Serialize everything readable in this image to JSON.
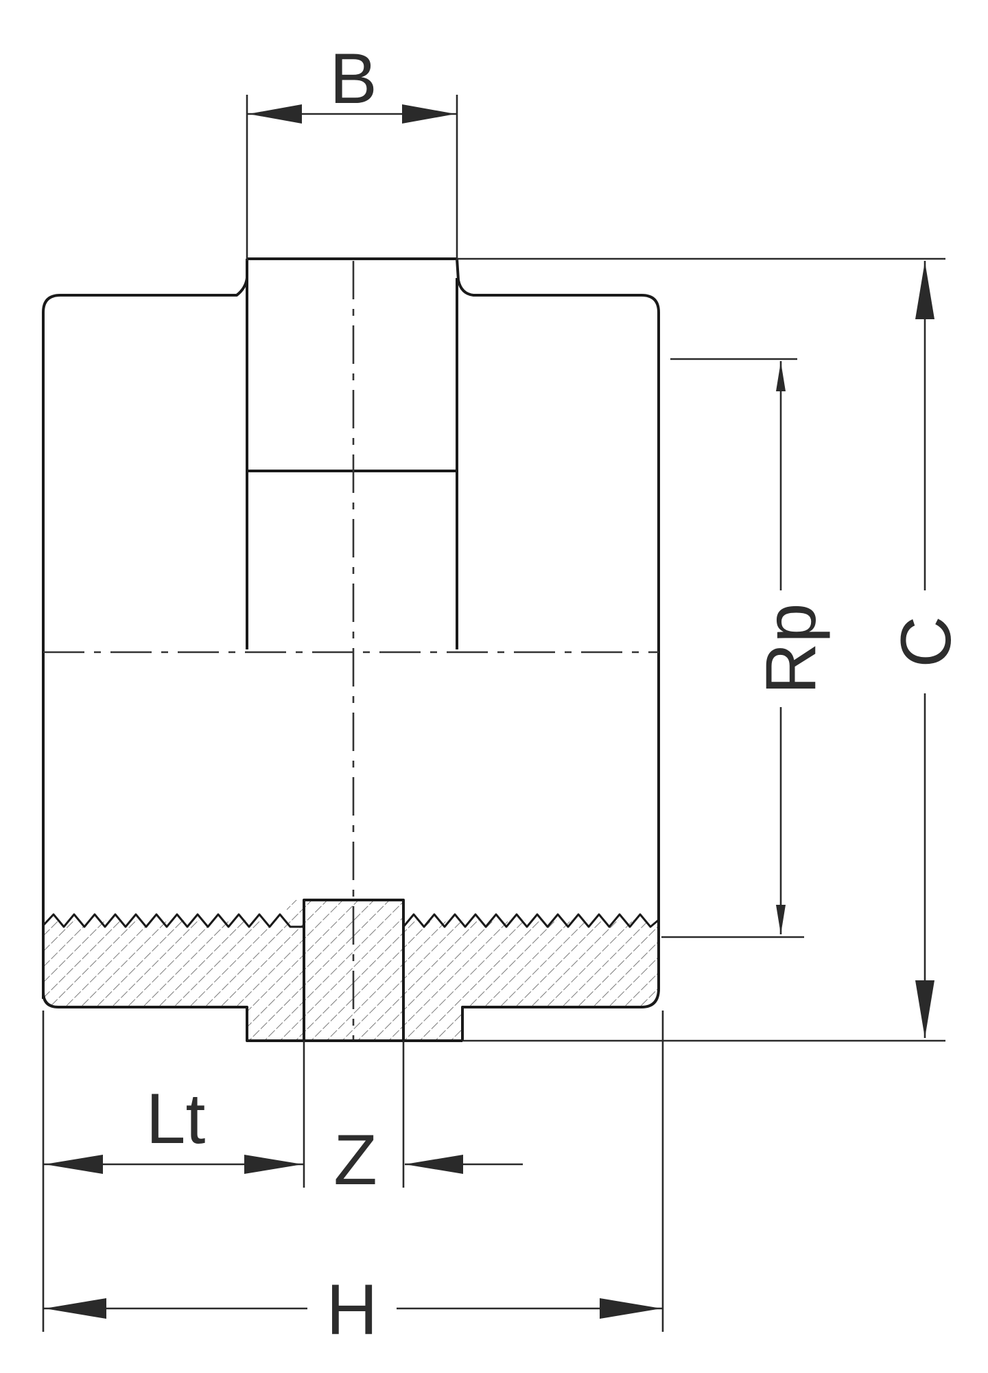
{
  "labels": {
    "B": "B",
    "C": "C",
    "Rp": "Rp",
    "Lt": "Lt",
    "Z": "Z",
    "H": "H"
  },
  "colors": {
    "line": "#1a1a1a",
    "text": "#2d2d2d",
    "hatch": "#7a7a7a",
    "background": "#ffffff"
  }
}
